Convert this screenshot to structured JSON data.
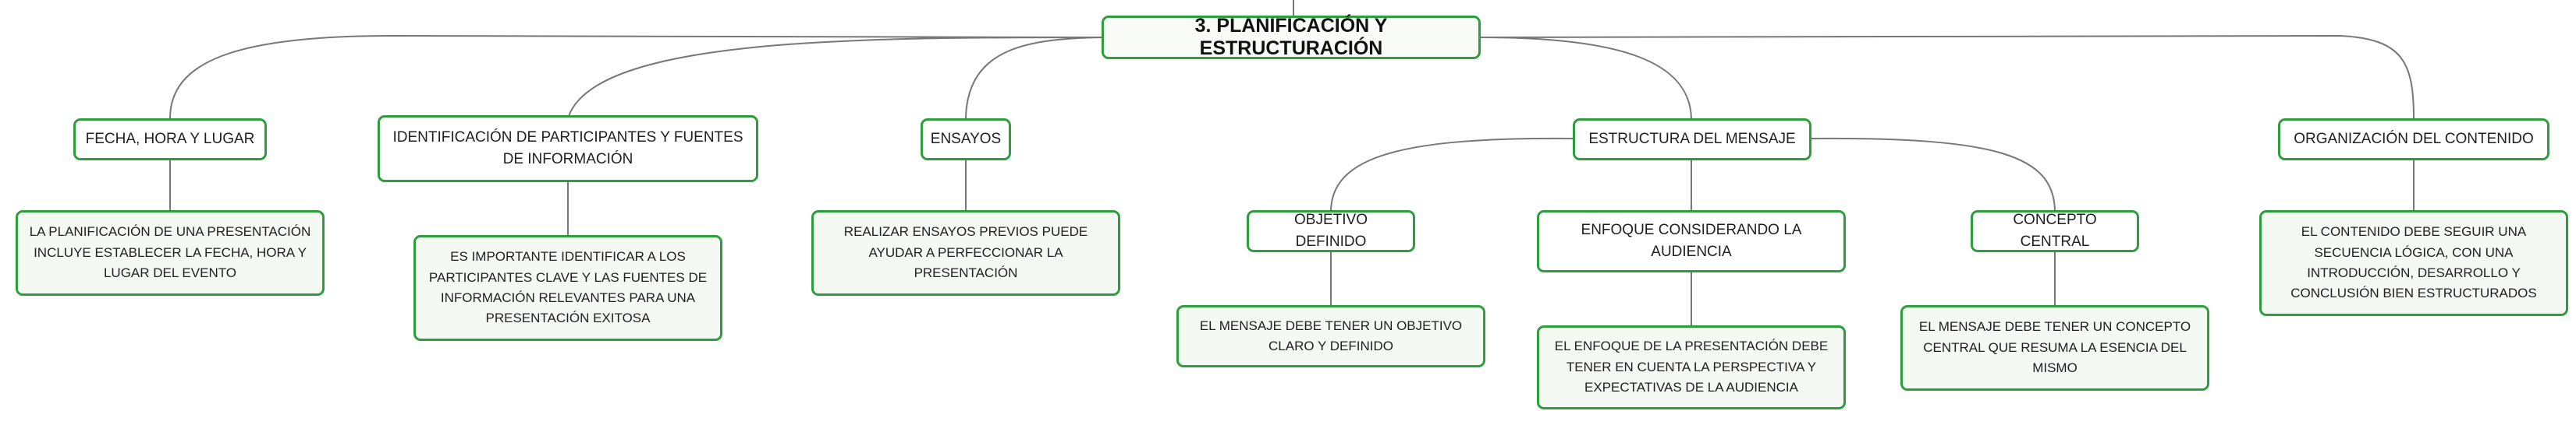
{
  "root": {
    "label": "3. PLANIFICACIÓN Y ESTRUCTURACIÓN"
  },
  "branches": [
    {
      "label": "FECHA, HORA Y LUGAR",
      "children": [
        "LA PLANIFICACIÓN DE UNA PRESENTACIÓN INCLUYE ESTABLECER LA FECHA, HORA Y LUGAR DEL EVENTO"
      ]
    },
    {
      "label": "IDENTIFICACIÓN DE PARTICIPANTES Y FUENTES DE INFORMACIÓN",
      "children": [
        "ES IMPORTANTE IDENTIFICAR A LOS PARTICIPANTES CLAVE Y LAS FUENTES DE INFORMACIÓN RELEVANTES PARA UNA PRESENTACIÓN EXITOSA"
      ]
    },
    {
      "label": "ENSAYOS",
      "children": [
        "REALIZAR ENSAYOS PREVIOS PUEDE AYUDAR A PERFECCIONAR LA PRESENTACIÓN"
      ]
    },
    {
      "label": "ESTRUCTURA DEL MENSAJE",
      "subbranches": [
        {
          "label": "OBJETIVO DEFINIDO",
          "children": [
            "EL MENSAJE DEBE TENER UN OBJETIVO CLARO Y DEFINIDO"
          ]
        },
        {
          "label": "ENFOQUE CONSIDERANDO LA AUDIENCIA",
          "children": [
            "EL ENFOQUE DE LA PRESENTACIÓN DEBE TENER EN CUENTA LA PERSPECTIVA Y EXPECTATIVAS DE LA AUDIENCIA"
          ]
        },
        {
          "label": "CONCEPTO CENTRAL",
          "children": [
            "EL MENSAJE DEBE TENER UN CONCEPTO CENTRAL QUE RESUMA LA ESENCIA DEL MISMO"
          ]
        }
      ]
    },
    {
      "label": "ORGANIZACIÓN DEL CONTENIDO",
      "children": [
        "EL CONTENIDO DEBE SEGUIR UNA SECUENCIA LÓGICA, CON UNA INTRODUCCIÓN, DESARROLLO Y CONCLUSIÓN BIEN ESTRUCTURADOS"
      ]
    }
  ],
  "colors": {
    "node_border": "#2e9e3c",
    "connector": "#777777",
    "leaf_fill": "#f4f9f4"
  }
}
